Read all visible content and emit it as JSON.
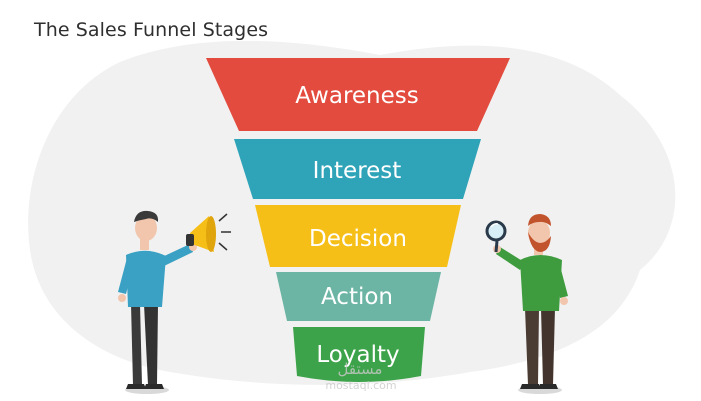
{
  "title": "The Sales Funnel Stages",
  "stages": [
    {
      "label": "Awareness",
      "color": "#e24b3d"
    },
    {
      "label": "Interest",
      "color": "#2fa3b8"
    },
    {
      "label": "Decision",
      "color": "#f6bf18"
    },
    {
      "label": "Action",
      "color": "#6cb5a5"
    },
    {
      "label": "Loyalty",
      "color": "#3da34a"
    }
  ],
  "watermark": {
    "arabic": "مستقل",
    "latin": "mostaql.com"
  },
  "icons": [
    "megaphone-icon",
    "magnifier-icon"
  ]
}
